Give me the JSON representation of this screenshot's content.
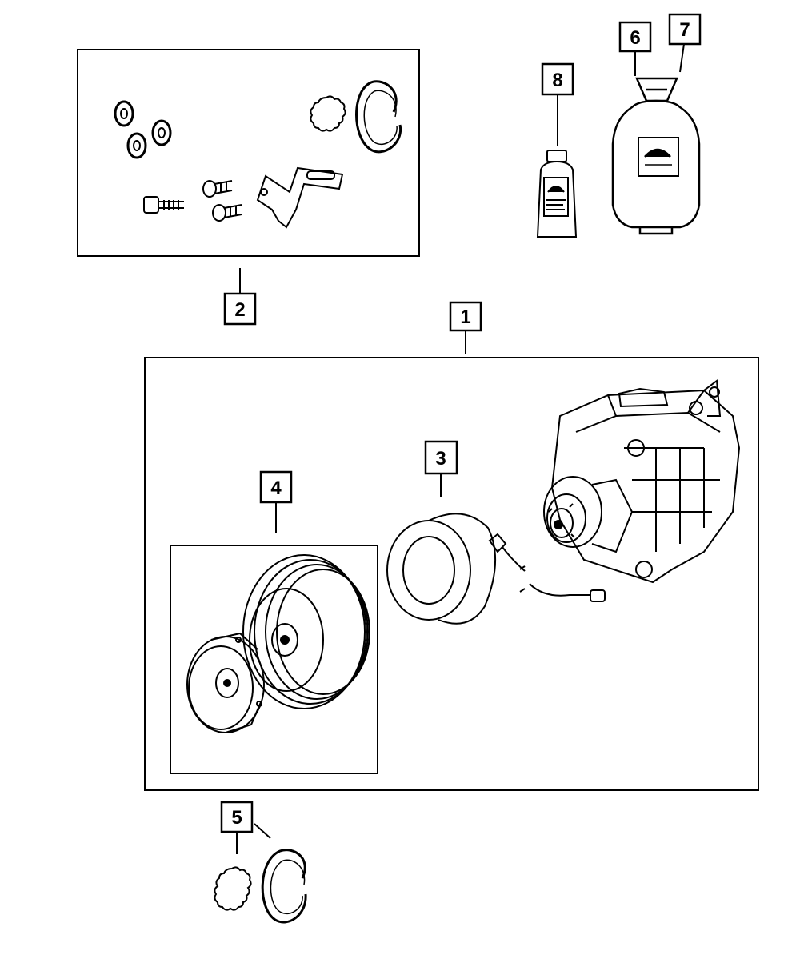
{
  "callouts": {
    "c1": "1",
    "c2": "2",
    "c3": "3",
    "c4": "4",
    "c5": "5",
    "c6": "6",
    "c7": "7",
    "c8": "8"
  },
  "colors": {
    "line": "#000000",
    "background": "#ffffff"
  },
  "icons": [
    "compressor",
    "clutch-coil",
    "pulley-clutch-plate",
    "hardware-kit",
    "snap-rings",
    "oil-bottle",
    "refrigerant-canister"
  ]
}
